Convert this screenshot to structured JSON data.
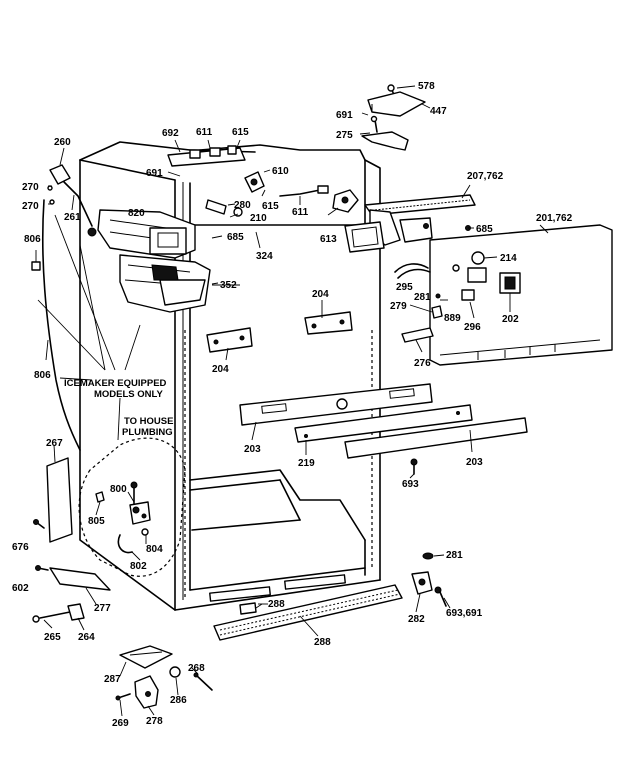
{
  "labels": {
    "p578": "578",
    "p447": "447",
    "p691_top": "691",
    "p275": "275",
    "p207_762": "207,762",
    "p201_762": "201,762",
    "p692": "692",
    "p611_top": "611",
    "p615_top": "615",
    "p610": "610",
    "p260": "260",
    "p270_a": "270",
    "p270_b": "270",
    "p261": "261",
    "p691_left": "691",
    "p820": "820",
    "p280": "280",
    "p615_mid": "615",
    "p210": "210",
    "p611_mid": "611",
    "p613": "613",
    "p685_right": "685",
    "p685_left": "685",
    "p324": "324",
    "p806_a": "806",
    "p806_b": "806",
    "p352": "352",
    "p214": "214",
    "p295": "295",
    "p281_right": "281",
    "p279": "279",
    "p889": "889",
    "p296": "296",
    "p202": "202",
    "p204_mid": "204",
    "p204_left": "204",
    "p276": "276",
    "p203_left": "203",
    "p219": "219",
    "p203_right": "203",
    "p693": "693",
    "p267": "267",
    "p800": "800",
    "p805": "805",
    "p804": "804",
    "p802": "802",
    "p676": "676",
    "p602": "602",
    "p277": "277",
    "p265": "265",
    "p264": "264",
    "p288_a": "288",
    "p288_b": "288",
    "p281_low": "281",
    "p282": "282",
    "p693_691": "693,691",
    "p287": "287",
    "p268": "268",
    "p286": "286",
    "p269": "269",
    "p278": "278"
  },
  "notes": {
    "icemaker_line1": "ICEMAKER EQUIPPED",
    "icemaker_line2": "MODELS ONLY",
    "plumbing_line1": "TO HOUSE",
    "plumbing_line2": "PLUMBING"
  }
}
